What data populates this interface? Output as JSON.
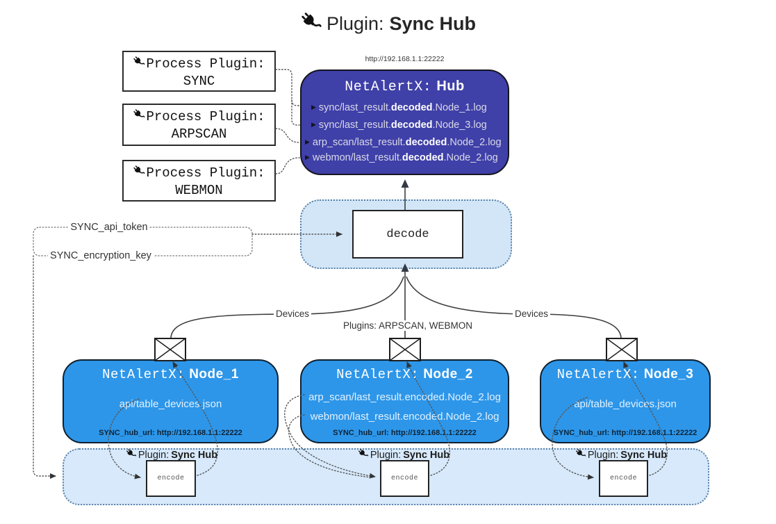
{
  "title": {
    "icon": "plug-icon",
    "prefix": "Plugin:",
    "name": "Sync Hub"
  },
  "hub": {
    "url": "http://192.168.1.1:22222",
    "prefix": "NetAlertX:",
    "name": "Hub",
    "logs": [
      {
        "pre": "sync/last_result.",
        "bold": "decoded",
        "post": ".Node_1.log"
      },
      {
        "pre": "sync/last_result.",
        "bold": "decoded",
        "post": ".Node_3.log"
      },
      {
        "pre": "arp_scan/last_result.",
        "bold": "decoded",
        "post": ".Node_2.log"
      },
      {
        "pre": "webmon/last_result.",
        "bold": "decoded",
        "post": ".Node_2.log"
      }
    ]
  },
  "plugins": [
    {
      "label": "Process Plugin:",
      "name": "SYNC"
    },
    {
      "label": "Process Plugin:",
      "name": "ARPSCAN"
    },
    {
      "label": "Process Plugin:",
      "name": "WEBMON"
    }
  ],
  "decode": {
    "label": "decode"
  },
  "tokens": {
    "api": "SYNC_api_token",
    "key": "SYNC_encryption_key"
  },
  "edges": {
    "left": "Devices",
    "middle": "Plugins: ARPSCAN, WEBMON",
    "right": "Devices"
  },
  "nodes": [
    {
      "prefix": "NetAlertX:",
      "name": "Node_1",
      "files": [
        "api/table_devices.json"
      ],
      "url": "SYNC_hub_url: http://192.168.1.1:22222"
    },
    {
      "prefix": "NetAlertX:",
      "name": "Node_2",
      "files": [
        "arp_scan/last_result.encoded.Node_2.log",
        "webmon/last_result.encoded.Node_2.log"
      ],
      "url": "SYNC_hub_url: http://192.168.1.1:22222"
    },
    {
      "prefix": "NetAlertX:",
      "name": "Node_3",
      "files": [
        "api/table_devices.json"
      ],
      "url": "SYNC_hub_url: http://192.168.1.1:22222"
    }
  ],
  "band": {
    "prefix": "Plugin:",
    "name": "Sync Hub",
    "encode": "encode"
  },
  "colors": {
    "hub_fill": "#3f40a8",
    "node_fill": "#2d96e9",
    "band_fill": "#d7e9fb",
    "decode_panel_fill": "#d2e6f8",
    "panel_border": "#5b81a6",
    "line": "#3d3d3d",
    "hub_text": "#d9d9e8",
    "node_subtext": "#e2f1fd",
    "url_text": "#0f2437"
  }
}
